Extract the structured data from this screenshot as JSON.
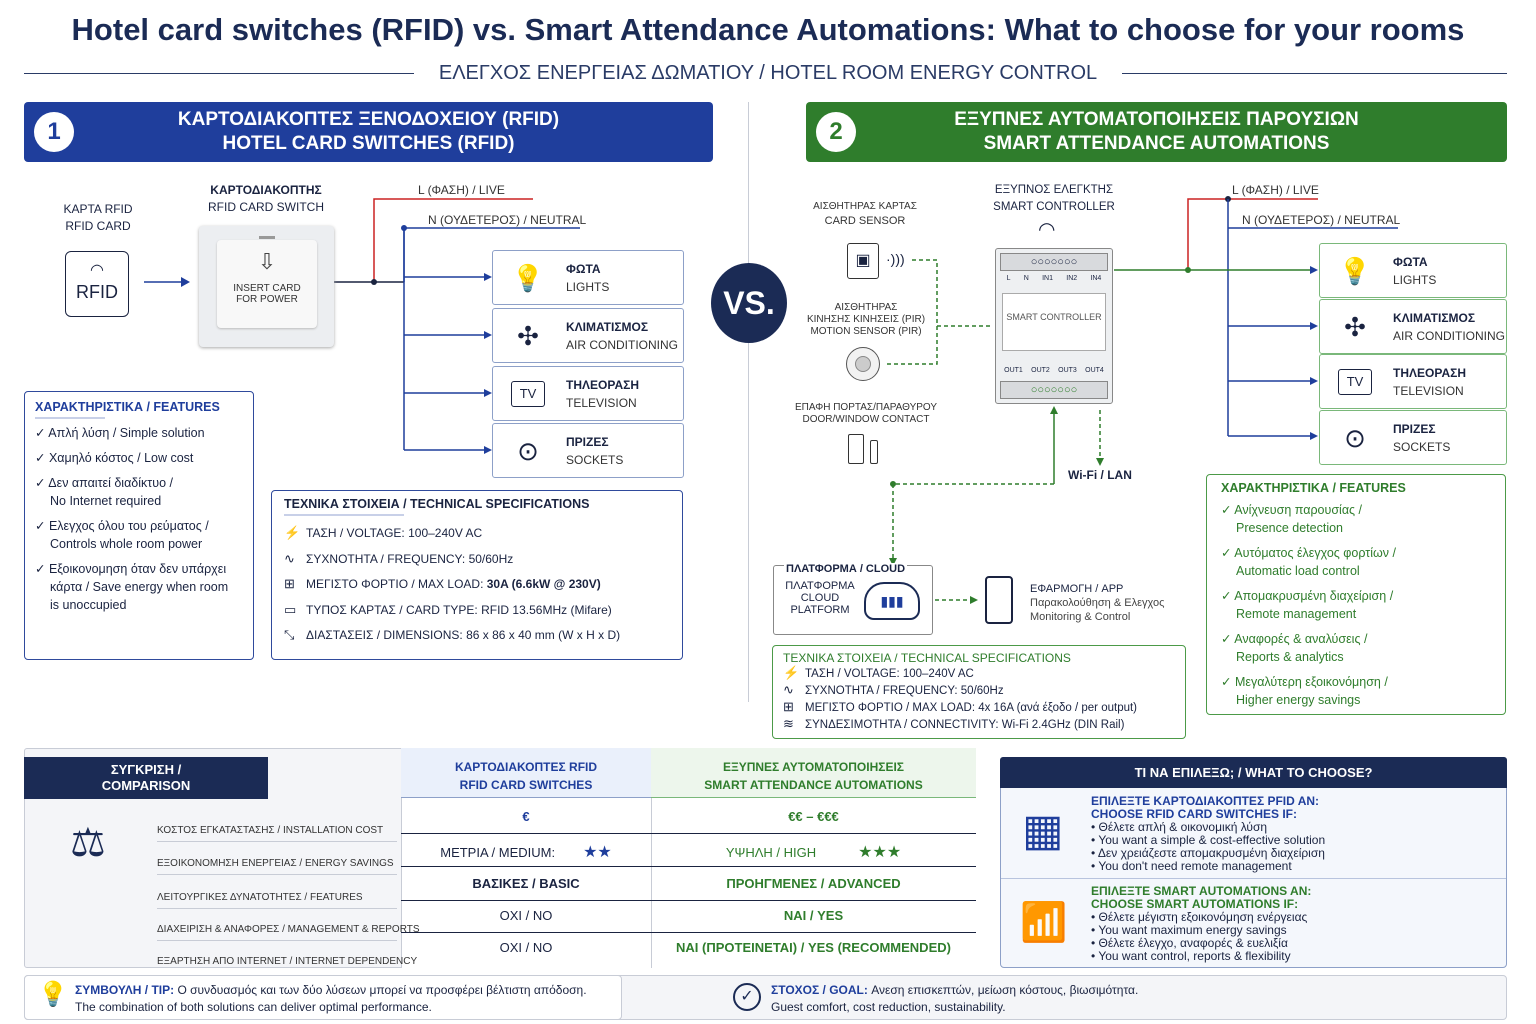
{
  "title": "Hotel card switches (RFID) vs. Smart Attendance Automations: What to choose for your rooms",
  "subtitle": "ΕΛΕΓΧΟΣ ΕΝΕΡΓΕΙΑΣ ΔΩΜΑΤΙΟΥ / HOTEL ROOM ENERGY CONTROL",
  "vs_label": "VS.",
  "left": {
    "number": "1",
    "banner_line1": "ΚΑΡΤΟΔΙΑΚΟΠΤΕΣ ΞΕΝΟΔΟΧΕΙΟΥ (RFID)",
    "banner_line2": "HOTEL CARD SWITCHES (RFID)",
    "card_label1": "ΚΑΡΤΑ RFID",
    "card_label2": "RFID CARD",
    "card_text": "RFID",
    "switch_label1": "ΚΑΡΤΟΔΙΑΚΟΠΤΗΣ",
    "switch_label2": "RFID CARD SWITCH",
    "switch_text1": "INSERT CARD",
    "switch_text2": "FOR POWER",
    "live": "L (ΦΑΣΗ) / LIVE",
    "neutral": "N (ΟΥΔΕΤΕΡΟΣ) / NEUTRAL",
    "loads": [
      {
        "icon": "bulb-icon",
        "glyph": "💡",
        "gr": "ΦΩΤΑ",
        "en": "LIGHTS"
      },
      {
        "icon": "fan-icon",
        "glyph": "✣",
        "gr": "ΚΛΙΜΑΤΙΣΜΟΣ",
        "en": "AIR CONDITIONING"
      },
      {
        "icon": "tv-icon",
        "glyph": "TV",
        "gr": "ΤΗΛΕΟΡΑΣΗ",
        "en": "TELEVISION"
      },
      {
        "icon": "socket-icon",
        "glyph": "⊙",
        "gr": "ΠΡΙΖΕΣ",
        "en": "SOCKETS"
      }
    ],
    "features_title": "ΧΑΡΑΚΤΗΡΙΣΤΙΚΑ / FEATURES",
    "features": [
      {
        "l1": "Απλή λύση / Simple solution",
        "l2": ""
      },
      {
        "l1": "Χαμηλό κόστος / Low cost",
        "l2": ""
      },
      {
        "l1": "Δεν απαιτεί διαδίκτυο /",
        "l2": "No Internet required"
      },
      {
        "l1": "Ελεγχος όλου του ρεύματος /",
        "l2": "Controls whole room power"
      },
      {
        "l1": "Εξοικονομηση όταν δεν υπάρχει",
        "l2": "κάρτα / Save energy when room",
        "l3": "is unoccupied"
      }
    ],
    "specs_title": "ΤΕΧΝΙΚΑ ΣΤΟΙΧΕΙΑ / TECHNICAL SPECIFICATIONS",
    "specs": [
      {
        "icon": "bolt-icon",
        "glyph": "⚡",
        "label": "ΤΑΣΗ / VOLTAGE: ",
        "value": "100–240V AC"
      },
      {
        "icon": "wave-icon",
        "glyph": "∿",
        "label": "ΣΥΧΝΟΤΗΤΑ / FREQUENCY: ",
        "value": "50/60Hz"
      },
      {
        "icon": "load-icon",
        "glyph": "⊞",
        "label": "ΜΕΓΙΣΤΟ ΦΟΡΤΙΟ / MAX LOAD: ",
        "value": "30A (6.6kW @ 230V)"
      },
      {
        "icon": "card-icon",
        "glyph": "▭",
        "label": "ΤΥΠΟΣ ΚΑΡΤΑΣ / CARD TYPE: ",
        "value": "RFID 13.56MHz (Mifare)"
      },
      {
        "icon": "dimension-icon",
        "glyph": "⤡",
        "label": "ΔΙΑΣΤΑΣΕΙΣ / DIMENSIONS: ",
        "value": "86 x 86 x 40 mm (W x H x D)"
      }
    ]
  },
  "right": {
    "number": "2",
    "banner_line1": "ΕΞΥΠΝΕΣ ΑΥΤΟΜΑΤΟΠΟΙΗΣΕΙΣ ΠΑΡΟΥΣΙΩΝ",
    "banner_line2": "SMART ATTENDANCE AUTOMATIONS",
    "card_sensor_label1": "ΑΙΣΘΗΤΗΡΑΣ ΚΑΡΤΑΣ",
    "card_sensor_label2": "CARD SENSOR",
    "motion_label1": "ΑΙΣΘΗΤΗΡΑΣ",
    "motion_label2": "ΚΙΝΗΣΗΣ ΚΙΝΗΣΕΙΣ (PIR)",
    "motion_label3": "MOTION SENSOR (PIR)",
    "door_label1": "ΕΠΑΦΗ ΠΟΡΤΑΣ/ΠΑΡΑΘΥΡΟΥ",
    "door_label2": "DOOR/WINDOW CONTACT",
    "controller_label1": "ΕΞΥΠΝΟΣ ΕΛΕΓΚΤΗΣ",
    "controller_label2": "SMART CONTROLLER",
    "controller_text": "SMART CONTROLLER",
    "controller_top_terms": [
      "L",
      "N",
      "IN1",
      "IN2",
      "IN4"
    ],
    "controller_bottom_terms": [
      "OUT1",
      "OUT2",
      "OUT3",
      "OUT4"
    ],
    "wifi_lan": "Wi-Fi / LAN",
    "live": "L (ΦΑΣΗ) / LIVE",
    "neutral": "N (ΟΥΔΕΤΕΡΟΣ) / NEUTRAL",
    "cloud_title": "ΠΛΑΤΦΟΡΜΑ / CLOUD",
    "cloud_l1": "ΠΛΑΤΦΟΡΜΑ",
    "cloud_l2": "CLOUD",
    "cloud_l3": "PLATFORM",
    "app_l1": "ΕΦΑΡΜΟΓΗ / APP",
    "app_l2": "Παρακολούθηση & Ελεγχος",
    "app_l3": "Monitoring & Control",
    "loads": [
      {
        "icon": "bulb-icon",
        "glyph": "💡",
        "gr": "ΦΩΤΑ",
        "en": "LIGHTS"
      },
      {
        "icon": "fan-icon",
        "glyph": "✣",
        "gr": "ΚΛΙΜΑΤΙΣΜΟΣ",
        "en": "AIR CONDITIONING"
      },
      {
        "icon": "tv-icon",
        "glyph": "TV",
        "gr": "ΤΗΛΕΟΡΑΣΗ",
        "en": "TELEVISION"
      },
      {
        "icon": "socket-icon",
        "glyph": "⊙",
        "gr": "ΠΡΙΖΕΣ",
        "en": "SOCKETS"
      }
    ],
    "features_title": "ΧΑΡΑΚΤΗΡΙΣΤΙΚΑ / FEATURES",
    "features": [
      {
        "l1": "Ανίχνευση παρουσίας /",
        "l2": "Presence detection"
      },
      {
        "l1": "Αυτόματος έλεγχος φορτίων /",
        "l2": "Automatic load control"
      },
      {
        "l1": "Απομακρυσμένη διαχείριση /",
        "l2": "Remote management"
      },
      {
        "l1": "Αναφορές & αναλύσεις /",
        "l2": "Reports & analytics"
      },
      {
        "l1": "Μεγαλύτερη εξοικονόμηση /",
        "l2": "Higher energy savings"
      }
    ],
    "specs_title": "ΤΕΧΝΙΚΑ ΣΤΟΙΧΕΙΑ / TECHNICAL SPECIFICATIONS",
    "specs": [
      {
        "icon": "bolt-icon",
        "glyph": "⚡",
        "text": "ΤΑΣΗ / VOLTAGE: 100–240V AC"
      },
      {
        "icon": "wave-icon",
        "glyph": "∿",
        "text": "ΣΥΧΝΟΤΗΤΑ / FREQUENCY: 50/60Hz"
      },
      {
        "icon": "load-icon",
        "glyph": "⊞",
        "text": "ΜΕΓΙΣΤΟ ΦΟΡΤΙΟ / MAX LOAD: 4x 16A (ανά έξοδο / per output)"
      },
      {
        "icon": "wifi-icon",
        "glyph": "≋",
        "text": "ΣΥΝΔΕΣΙΜΟΤΗΤΑ / CONNECTIVITY: Wi-Fi 2.4GHz (DIN Rail)"
      }
    ]
  },
  "comparison": {
    "title1": "ΣΥΓΚΡΙΣΗ /",
    "title2": "COMPARISON",
    "col1_l1": "ΚΑΡΤΟΔΙΑΚΟΠΤΕΣ RFID",
    "col1_l2": "RFID CARD SWITCHES",
    "col2_l1": "ΕΞΥΠΝΕΣ ΑΥΤΟΜΑΤΟΠΟΙΗΣΕΙΣ",
    "col2_l2": "SMART ATTENDANCE AUTOMATIONS",
    "rows": [
      {
        "label": "ΚΟΣΤΟΣ ΕΓΚΑΤΑΣΤΑΣΗΣ / INSTALLATION COST",
        "a": "€",
        "b": "€€ – €€€",
        "a_stars": "",
        "b_stars": ""
      },
      {
        "label": "ΕΞΟΙΚΟΝΟΜΗΣΗ ΕΝΕΡΓΕΙΑΣ / ENERGY SAVINGS",
        "a": "ΜΕΤΡΙΑ / MEDIUM:",
        "b": "ΥΨΗΛΗ / HIGH",
        "a_stars": "★★",
        "b_stars": "★★★"
      },
      {
        "label": "ΛΕΙΤΟΥΡΓΙΚΕΣ ΔΥΝΑΤΟΤΗΤΕΣ / FEATURES",
        "a": "ΒΑΣΙΚΕΣ / BASIC",
        "b": "ΠΡΟΗΓΜΕΝΕΣ / ADVANCED",
        "a_stars": "",
        "b_stars": ""
      },
      {
        "label": "ΔΙΑΧΕΙΡΙΣΗ & ΑΝΑΦΟΡΕΣ / MANAGEMENT & REPORTS",
        "a": "ΟΧΙ / NO",
        "b": "ΝΑΙ / YES",
        "a_stars": "",
        "b_stars": ""
      },
      {
        "label": "ΕΞΑΡΤΗΣΗ ΑΠΟ INTERNET / INTERNET DEPENDENCY",
        "a": "ΟΧΙ / NO",
        "b": "ΝΑΙ (ΠΡΟΤΕΙΝΕΤΑΙ) / YES (RECOMMENDED)",
        "a_stars": "",
        "b_stars": ""
      }
    ]
  },
  "choose": {
    "title": "ΤΙ ΝΑ ΕΠΙΛΕΞΩ; / WHAT TO CHOOSE?",
    "rfid_h1": "ΕΠΙΛΕΞΤΕ ΚΑΡΤΟΔΙΑΚΟΠΤΕΣ PFID AN:",
    "rfid_h2": "CHOOSE RFID CARD SWITCHES IF:",
    "rfid_items": [
      "Θέλετε απλή & οικονομική λύση",
      "You want a simple & cost-effective solution",
      "Δεν χρειάζεστε απομακρυσμένη διαχείριση",
      "You don't need remote management"
    ],
    "smart_h1": "ΕΠΙΛΕΞΤΕ SMART AUTOMATIONS AN:",
    "smart_h2": "CHOOSE SMART AUTOMATIONS IF:",
    "smart_items": [
      "Θέλετε μέγιστη εξοικονόμηση ενέργειας",
      "You want maximum energy savings",
      "Θέλετε έλεγχο, αναφορές & ευελιξία",
      "You want control, reports & flexibility"
    ]
  },
  "tip": {
    "label": "ΣΥΜΒΟΥΛΗ / TIP:",
    "gr": "Ο συνδυασμός και των δύο λύσεων μπορεί να προσφέρει βέλτιστη απόδοση.",
    "en": "The combination of both solutions can deliver optimal performance."
  },
  "goal": {
    "label": "ΣΤΟΧΟΣ / GOAL:",
    "gr": "Ανεση επισκεπτών, μείωση κόστους, βιωσιμότητα.",
    "en": "Guest comfort, cost reduction, sustainability."
  },
  "colors": {
    "blue": "#1f3e9c",
    "green": "#2f7d2c",
    "navy": "#1b2b55",
    "live_red": "#cc2222"
  }
}
